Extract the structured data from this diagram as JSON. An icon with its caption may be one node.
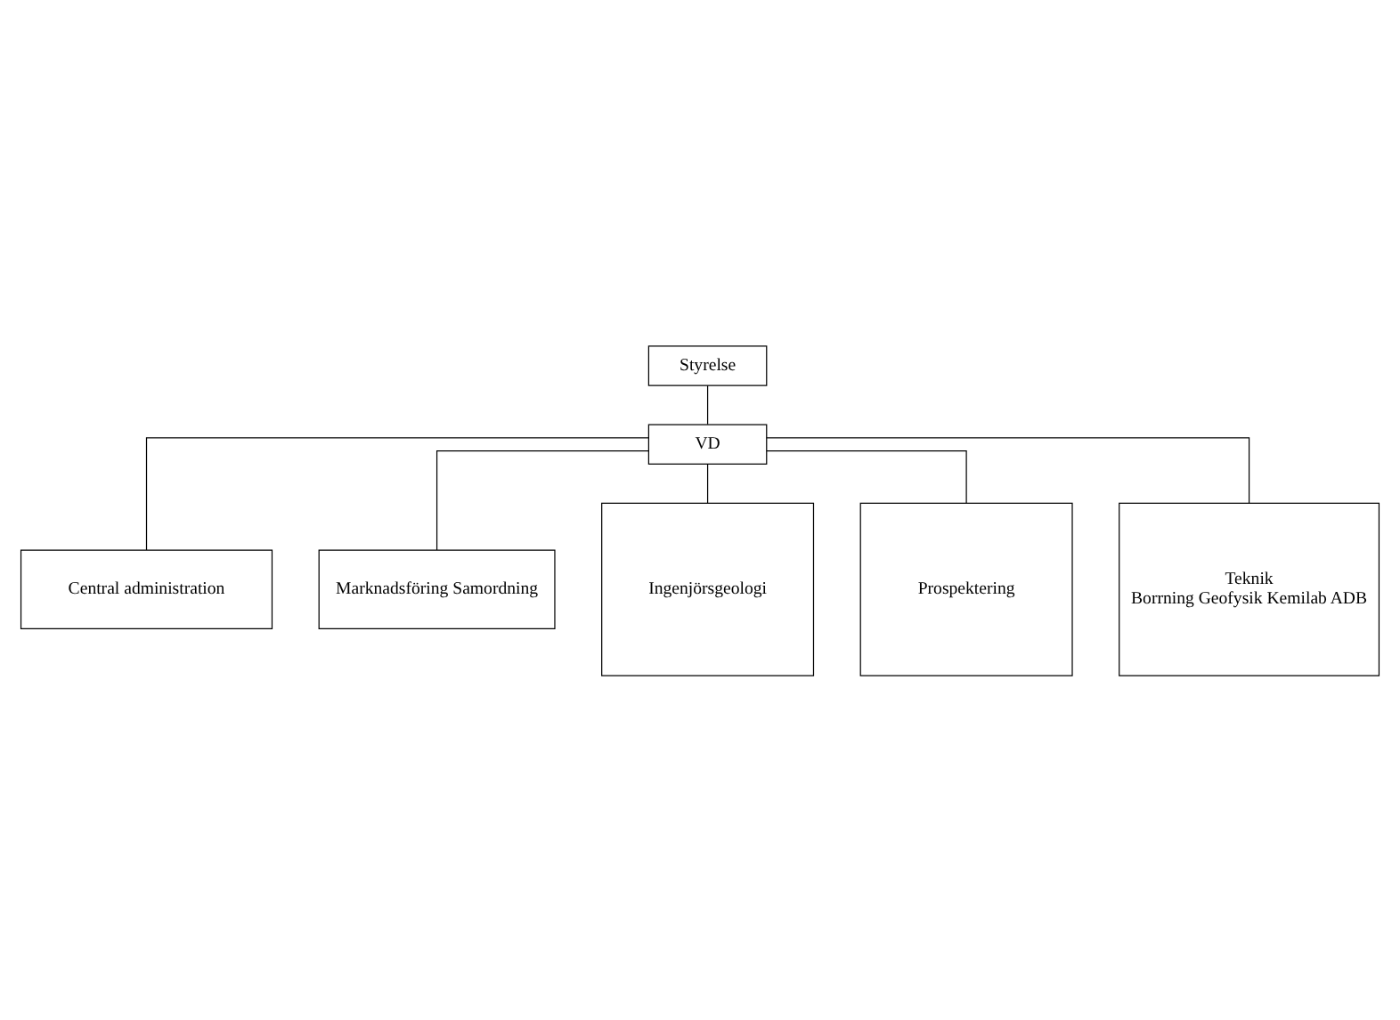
{
  "diagram": {
    "nodes": [
      {
        "text": [
          "Styrelse"
        ]
      },
      {
        "text": [
          "VD"
        ]
      },
      {
        "text": [
          "Central administration"
        ]
      },
      {
        "text": [
          "Marknadsföring Samordning"
        ]
      },
      {
        "text": [
          "Ingenjörsgeologi"
        ]
      },
      {
        "text": [
          "Prospektering"
        ]
      },
      {
        "text": [
          "Teknik",
          "Borrning Geofysik Kemilab ADB"
        ]
      }
    ],
    "edges": [
      {
        "from": 0,
        "to": 1,
        "arrow": "none"
      },
      {
        "from": 1,
        "to": 2,
        "arrow": "none"
      },
      {
        "from": 1,
        "to": 3,
        "arrow": "none"
      },
      {
        "from": 1,
        "to": 4,
        "arrow": "none"
      },
      {
        "from": 1,
        "to": 5,
        "arrow": "none"
      },
      {
        "from": 1,
        "to": 6,
        "arrow": "none"
      }
    ]
  }
}
